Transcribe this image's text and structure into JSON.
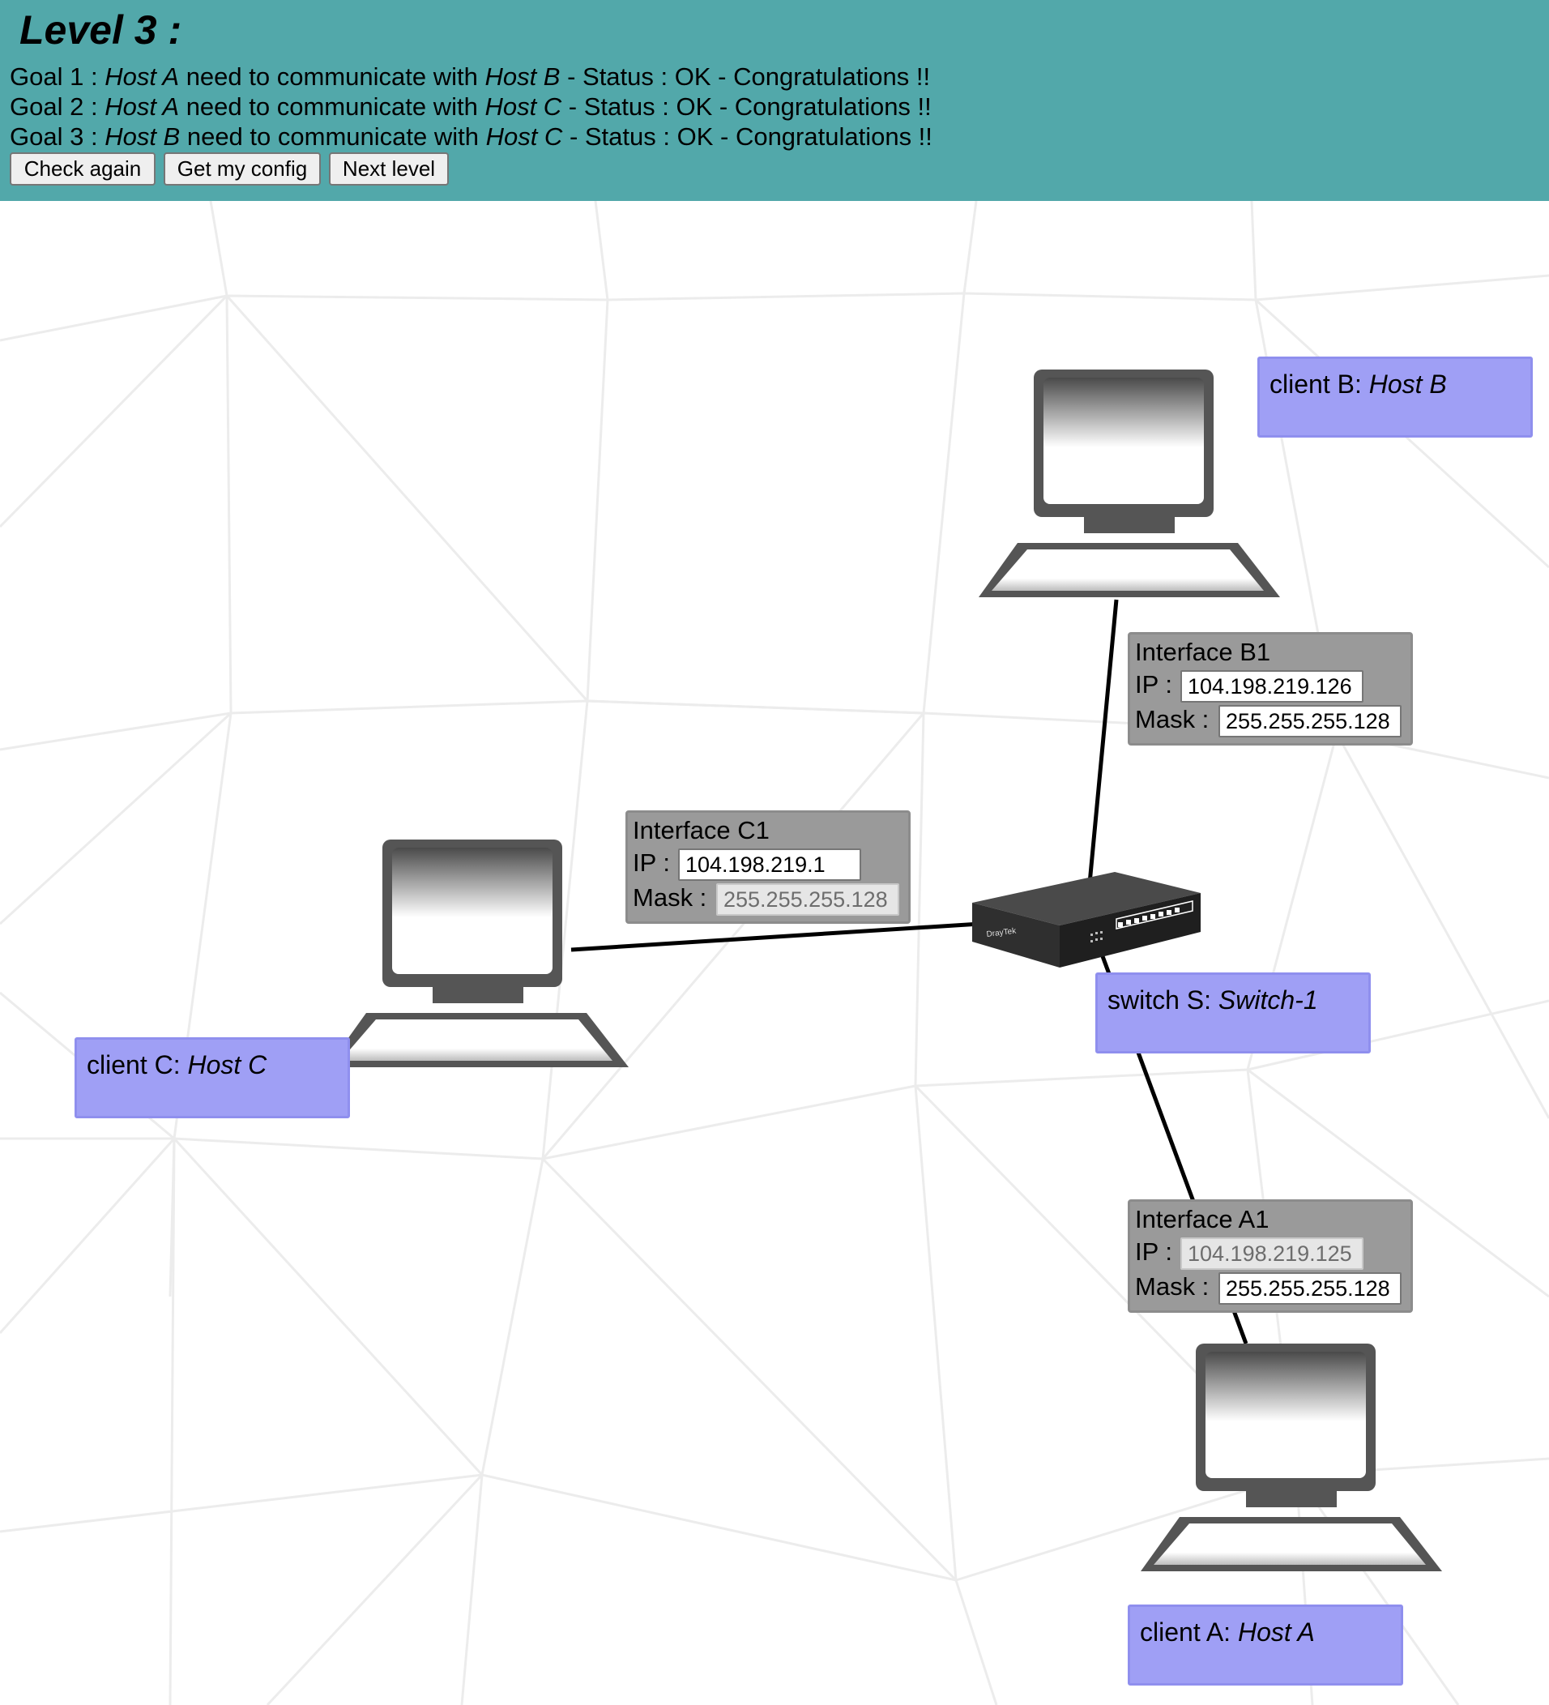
{
  "header": {
    "title": "Level 3 :",
    "background": "#52a8aa",
    "goals": [
      {
        "prefix": "Goal 1 : ",
        "from": "Host A",
        "middle": " need to communicate with ",
        "to": "Host B",
        "status": " - Status : OK - Congratulations !!"
      },
      {
        "prefix": "Goal 2 : ",
        "from": "Host A",
        "middle": " need to communicate with ",
        "to": "Host C",
        "status": " - Status : OK - Congratulations !!"
      },
      {
        "prefix": "Goal 3 : ",
        "from": "Host B",
        "middle": " need to communicate with ",
        "to": "Host C",
        "status": " - Status : OK - Congratulations !!"
      }
    ],
    "buttons": {
      "check": "Check again",
      "config": "Get my config",
      "next": "Next level"
    }
  },
  "nodes": {
    "client_b": {
      "prefix": "client B: ",
      "name": "Host B"
    },
    "client_c": {
      "prefix": "client C: ",
      "name": "Host C"
    },
    "client_a": {
      "prefix": "client A: ",
      "name": "Host A"
    },
    "switch_s": {
      "prefix": "switch S: ",
      "name": "Switch-1",
      "brand": "DrayTek"
    }
  },
  "interfaces": {
    "b1": {
      "title": "Interface B1",
      "ip_label": "IP :",
      "ip": "104.198.219.126",
      "mask_label": "Mask :",
      "mask": "255.255.255.128",
      "ip_editable": true,
      "mask_editable": true
    },
    "c1": {
      "title": "Interface C1",
      "ip_label": "IP :",
      "ip": "104.198.219.1",
      "mask_label": "Mask :",
      "mask": "255.255.255.128",
      "ip_editable": true,
      "mask_editable": false
    },
    "a1": {
      "title": "Interface A1",
      "ip_label": "IP :",
      "ip": "104.198.219.125",
      "mask_label": "Mask :",
      "mask": "255.255.255.128",
      "ip_editable": false,
      "mask_editable": true
    }
  },
  "colors": {
    "label_fill": "#9f9ff5",
    "interface_fill": "#9a9a9a",
    "link": "#000000"
  },
  "icons": {
    "host": "desktop-computer-icon",
    "switch": "network-switch-icon"
  }
}
